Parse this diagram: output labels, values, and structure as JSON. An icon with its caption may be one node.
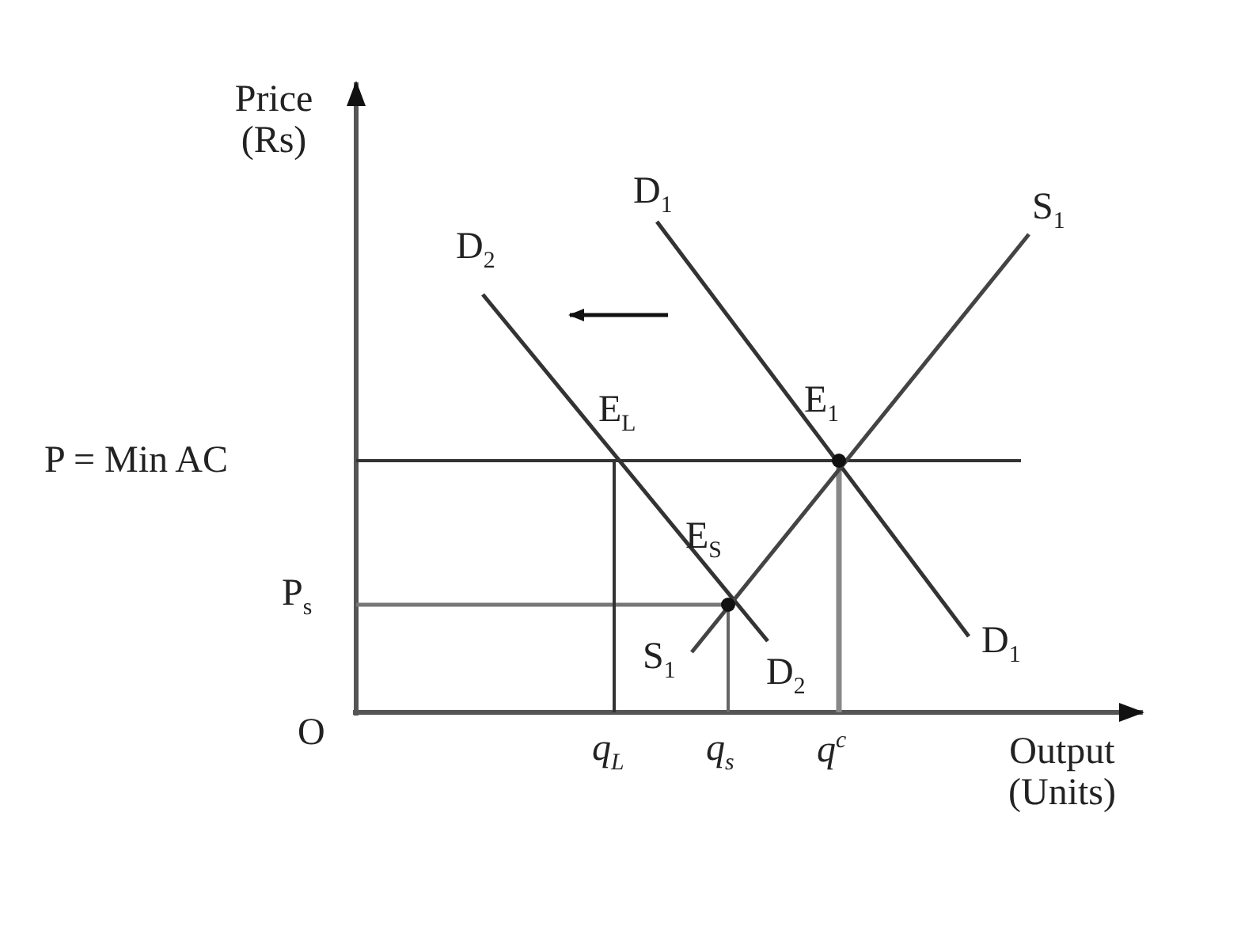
{
  "diagram": {
    "labels": [
      "Price (Rs)",
      "D$_{1}$",
      "S$_{1}$",
      "D$_{2}$",
      "E$_{L}$",
      "E$_{1}$",
      "P = Min AC",
      "E$_{S}$",
      "P$_{s}$",
      "D$_{1}$",
      "S$_{1}$",
      "D$_{2}$",
      "O",
      "q$_{L}$",
      "q$_{s}$",
      "q$^{c}$",
      "Output (Units)"
    ]
  }
}
